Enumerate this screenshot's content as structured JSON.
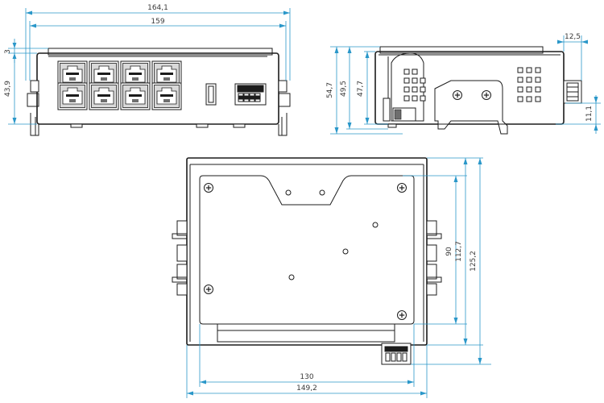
{
  "colors": {
    "outline": "#1c1c1c",
    "dimension": "#2a97c9",
    "text": "#3a3a3a"
  },
  "views": {
    "front": {
      "overall_width": "164,1",
      "inner_width": "159",
      "top_offset": "3",
      "height": "43,9"
    },
    "side": {
      "depth": "12,5",
      "height_total": "54,7",
      "height_mid": "49,5",
      "height_inner": "47,7",
      "bottom_offset": "11,1"
    },
    "top": {
      "inner_height": "90",
      "mid_height": "112,7",
      "overall_height": "125,2",
      "inner_width": "130",
      "overall_width": "149,2"
    }
  }
}
